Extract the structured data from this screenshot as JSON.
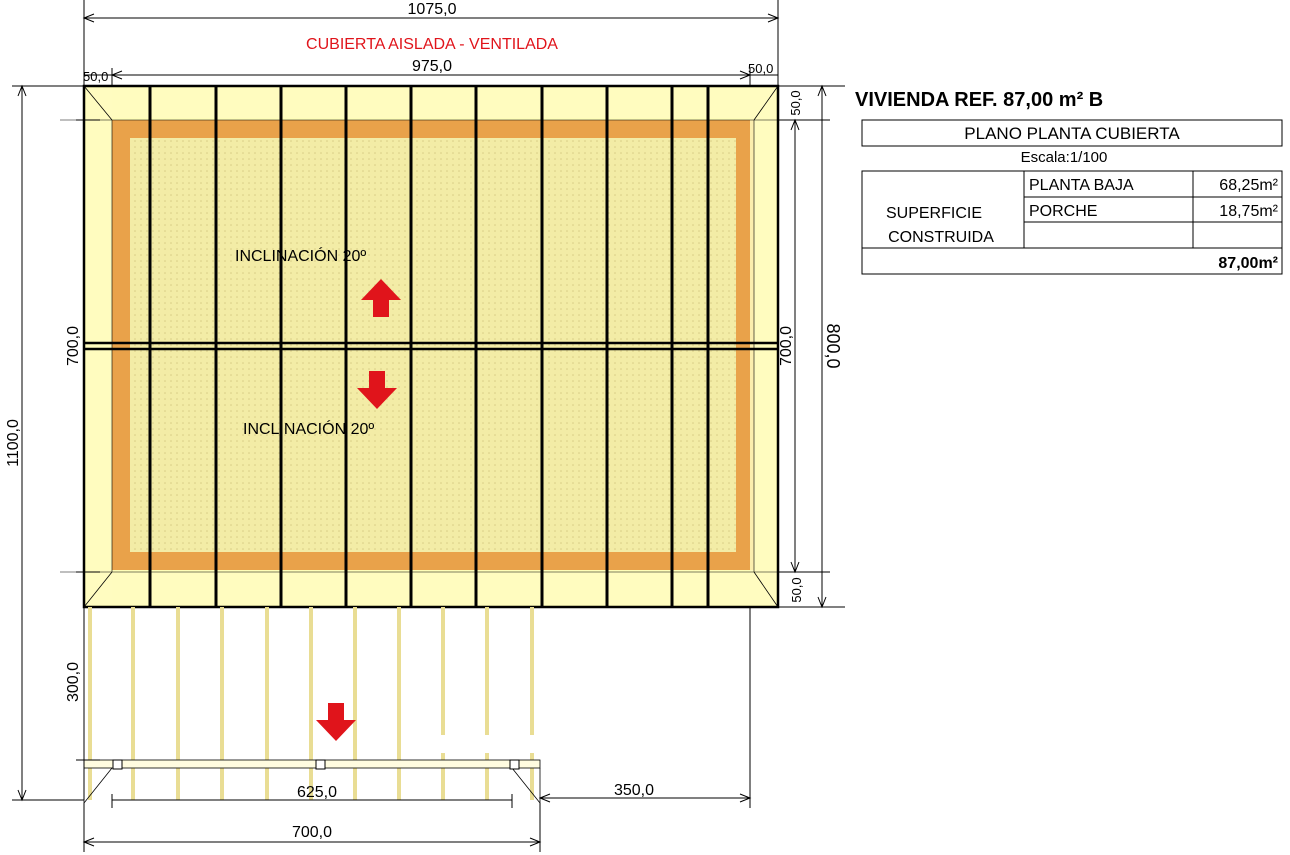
{
  "drawing": {
    "subtitle": "CUBIERTA AISLADA - VENTILADA",
    "slope_upper": "INCLINACIÓN 20º",
    "slope_lower": "INCLINACIÓN 20º"
  },
  "dimensions": {
    "overall_width": "1075,0",
    "inner_width": "975,0",
    "overhang_left": "50,0",
    "overhang_right": "50,0",
    "overall_height": "1100,0",
    "left_roof_height": "700,0",
    "right_roof_height": "700,0",
    "right_total_height": "800,0",
    "overhang_top": "50,0",
    "overhang_bottom": "50,0",
    "porch_depth": "300,0",
    "porch_inner_width": "625,0",
    "porch_right_offset": "350,0",
    "porch_width": "700,0"
  },
  "title_block": {
    "title": "VIVIENDA REF. 87,00 m² B",
    "plan_name": "PLANO PLANTA CUBIERTA",
    "scale": "Escala:1/100",
    "surface_label_1": "SUPERFICIE",
    "surface_label_2": "CONSTRUIDA",
    "rows": [
      {
        "name": "PLANTA BAJA",
        "value": "68,25m²"
      },
      {
        "name": "PORCHE",
        "value": "18,75m²"
      },
      {
        "name": "",
        "value": ""
      }
    ],
    "total": "87,00m²"
  },
  "colors": {
    "roof_fill": "#f6f0a6",
    "roof_inner": "#efe6a0",
    "eave_fill": "#ffffb5",
    "gutter": "#e6a64d",
    "timber": "#efe4a0",
    "arrow_red": "#e0141b",
    "accent_text": "#e0141b"
  }
}
